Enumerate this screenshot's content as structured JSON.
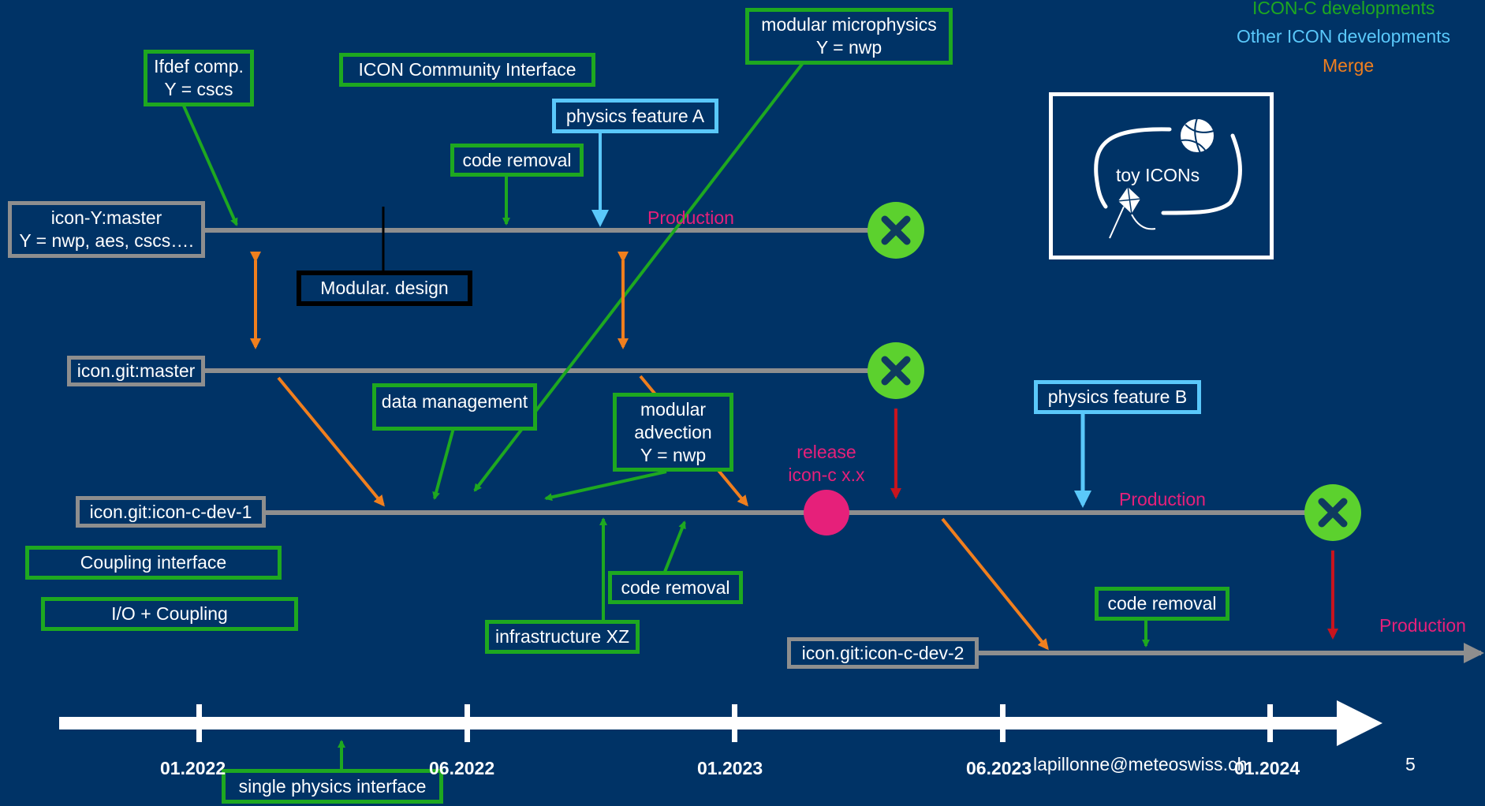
{
  "legend": {
    "icon_c": "ICON-C developments",
    "other": "Other ICON developments",
    "merge": "Merge"
  },
  "colors": {
    "background": "#003366",
    "icon_c_green": "#1ea820",
    "other_blue": "#5ac8fa",
    "merge_orange": "#f07f1e",
    "production_pink": "#e6207a",
    "red_arrow": "#c8141e",
    "branch_grey": "#8e8e8e",
    "stop_green": "#5cd12e"
  },
  "branches": {
    "icon_y_master": [
      "icon-Y:master",
      "Y = nwp, aes, cscs…."
    ],
    "icon_git_master": "icon.git:master",
    "icon_c_dev_1": "icon.git:icon-c-dev-1",
    "icon_c_dev_2": "icon.git:icon-c-dev-2"
  },
  "boxes": {
    "ifdef": [
      "Ifdef comp.",
      "Y = cscs"
    ],
    "community": "ICON Community Interface",
    "modular_micro": [
      "modular  microphysics",
      "Y = nwp"
    ],
    "physics_a": "physics  feature A",
    "code_removal_1": "code removal",
    "modular_design": "Modular. design",
    "data_management": "data management",
    "modular_advection": [
      "modular",
      "advection",
      "Y = nwp"
    ],
    "physics_b": "physics  feature B",
    "coupling_interface": "Coupling interface",
    "io_coupling": "I/O + Coupling",
    "code_removal_2": "code removal",
    "infrastructure": "infrastructure XZ",
    "code_removal_3": "code removal",
    "single_physics": "single physics interface"
  },
  "toy": {
    "label": "toy ICONs",
    "ball_icon": "volleyball-icon",
    "kite_icon": "kite-icon"
  },
  "labels": {
    "production_1": "Production",
    "production_2": "Production",
    "production_3": "Production",
    "release": [
      "release",
      "icon-c x.x"
    ]
  },
  "timeline": {
    "dates": [
      "01.2022",
      "06.2022",
      "01.2023",
      "06.2023",
      "01.2024"
    ]
  },
  "footer": {
    "email": "lapillonne@meteoswiss.ch",
    "page": "5"
  },
  "icons": {
    "stop": "close-x-icon",
    "release_marker": "release-dot-icon"
  }
}
